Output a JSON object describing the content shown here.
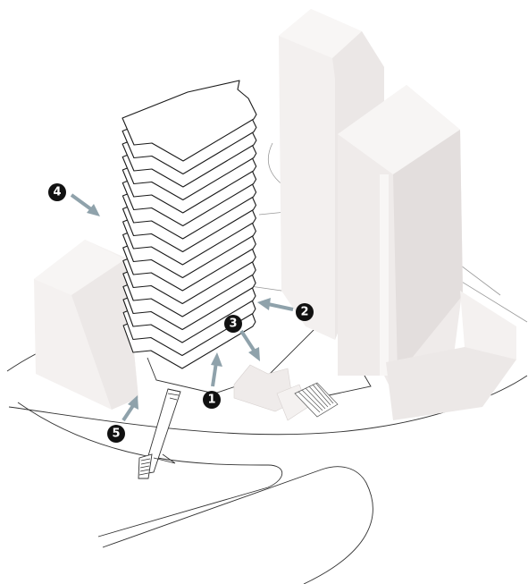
{
  "diagram": {
    "markers": [
      {
        "id": "1",
        "label": "1"
      },
      {
        "id": "2",
        "label": "2"
      },
      {
        "id": "3",
        "label": "3"
      },
      {
        "id": "4",
        "label": "4"
      },
      {
        "id": "5",
        "label": "5"
      }
    ],
    "floor_count": 17,
    "colors": {
      "context_building_light": "#f4f1f0",
      "context_building_mid": "#ebe7e6",
      "context_building_dark": "#e2dddc",
      "floor_stroke": "#1a1a1a",
      "road_line": "#333333",
      "arrow": "#8fa2ab",
      "marker_fill": "#111111",
      "marker_text": "#ffffff"
    }
  }
}
